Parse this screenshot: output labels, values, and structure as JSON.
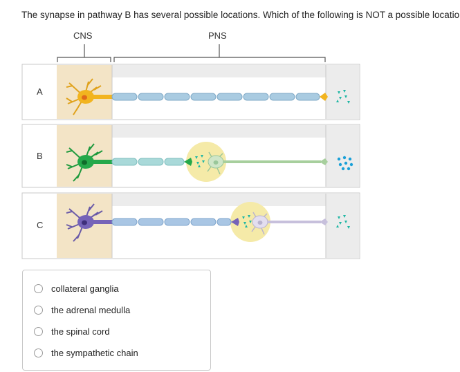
{
  "question": "The synapse in pathway B has several possible locations. Which of the following is NOT a possible location?",
  "diagram": {
    "cns_label": "CNS",
    "pns_label": "PNS",
    "rows": [
      "A",
      "B",
      "C"
    ]
  },
  "options": [
    "collateral ganglia",
    "the adrenal medulla",
    "the spinal cord",
    "the sympathetic chain"
  ]
}
